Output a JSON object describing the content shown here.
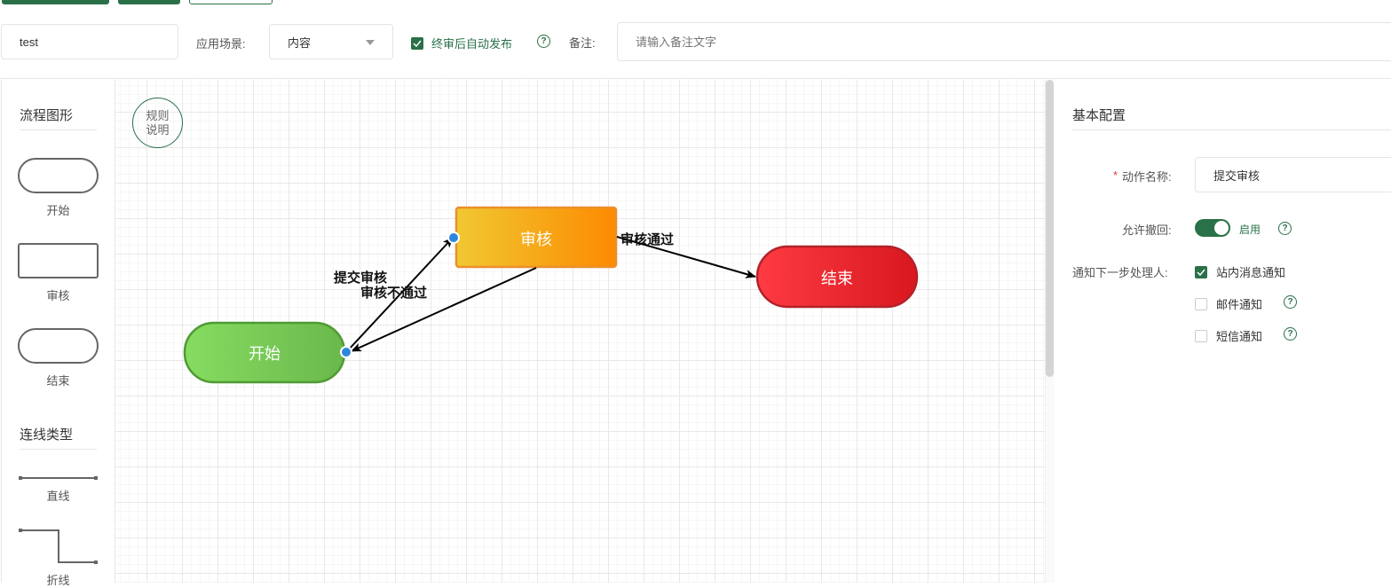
{
  "toolbar": {
    "buttons": [
      "",
      "",
      ""
    ]
  },
  "form": {
    "name_value": "test",
    "scene_label": "应用场景:",
    "scene_value": "内容",
    "auto_publish_label": "终审后自动发布",
    "auto_publish_checked": true,
    "remark_label": "备注:",
    "remark_placeholder": "请输入备注文字"
  },
  "palette": {
    "shapes_title": "流程图形",
    "shapes": [
      {
        "label": "开始"
      },
      {
        "label": "审核"
      },
      {
        "label": "结束"
      }
    ],
    "lines_title": "连线类型",
    "lines": [
      {
        "label": "直线"
      },
      {
        "label": "折线"
      }
    ]
  },
  "canvas": {
    "rules_button": "规则说明",
    "nodes": {
      "start": "开始",
      "review": "审核",
      "end": "结束"
    },
    "edges": {
      "submit": "提交审核",
      "reject": "审核不通过",
      "approve": "审核通过"
    }
  },
  "config": {
    "title": "基本配置",
    "action_name_label": "动作名称:",
    "action_name_value": "提交审核",
    "allow_withdraw_label": "允许撤回:",
    "allow_withdraw_on": true,
    "allow_withdraw_text": "启用",
    "notify_label": "通知下一步处理人:",
    "notify_options": [
      {
        "label": "站内消息通知",
        "checked": true
      },
      {
        "label": "邮件通知",
        "checked": false
      },
      {
        "label": "短信通知",
        "checked": false
      }
    ]
  },
  "colors": {
    "primary": "#2a7048",
    "start": "#6cc04a",
    "review": "#f7a41c",
    "end": "#e0252d",
    "handle": "#2e86de"
  }
}
